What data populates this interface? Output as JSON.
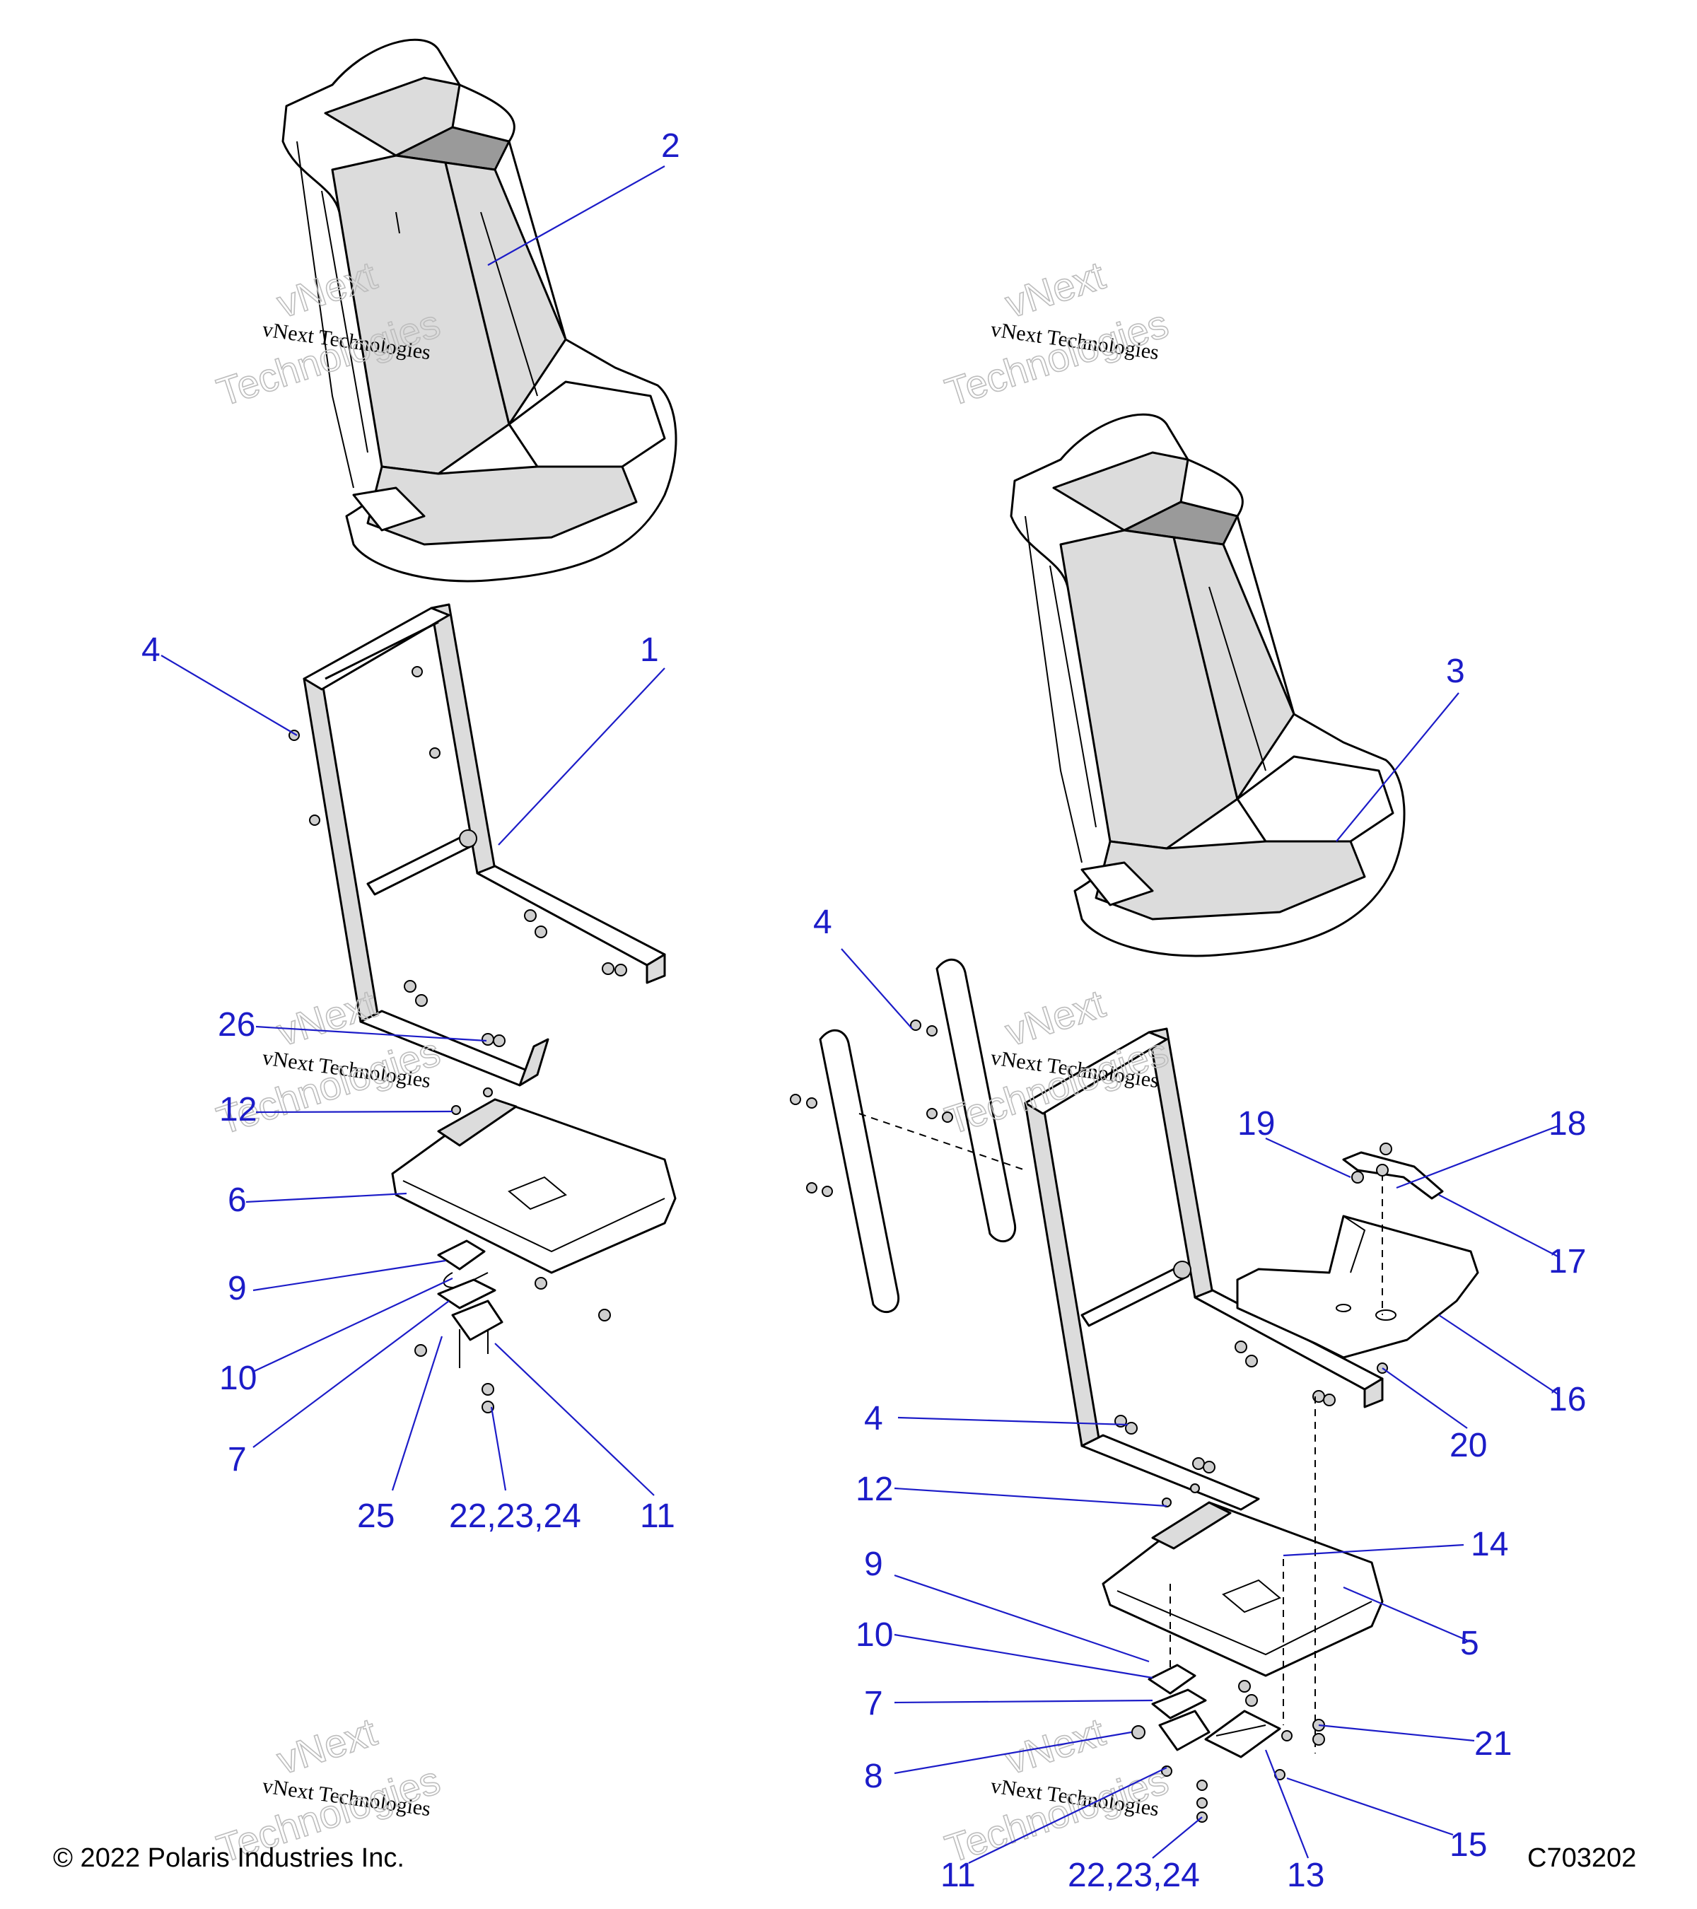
{
  "copyright": "© 2022 Polaris Industries Inc.",
  "diagram_id": "C703202",
  "watermark": {
    "line1": "vNext",
    "line2": "vNext Technologies",
    "line3": "Technologies"
  },
  "callouts": {
    "c2": "2",
    "c1": "1",
    "c4a": "4",
    "c26": "26",
    "c12a": "12",
    "c6": "6",
    "c9a": "9",
    "c10a": "10",
    "c7a": "7",
    "c25": "25",
    "c222324a": "22,23,24",
    "c11a": "11",
    "c3": "3",
    "c4b": "4",
    "c19": "19",
    "c18": "18",
    "c17": "17",
    "c16": "16",
    "c20": "20",
    "c4c": "4",
    "c12b": "12",
    "c14": "14",
    "c9b": "9",
    "c5": "5",
    "c10b": "10",
    "c7b": "7",
    "c21": "21",
    "c8": "8",
    "c15": "15",
    "c11b": "11",
    "c222324b": "22,23,24",
    "c13": "13"
  },
  "colors": {
    "callout": "#1c1cc8",
    "line": "#000000",
    "seat_shade": "#dcdcdc"
  }
}
